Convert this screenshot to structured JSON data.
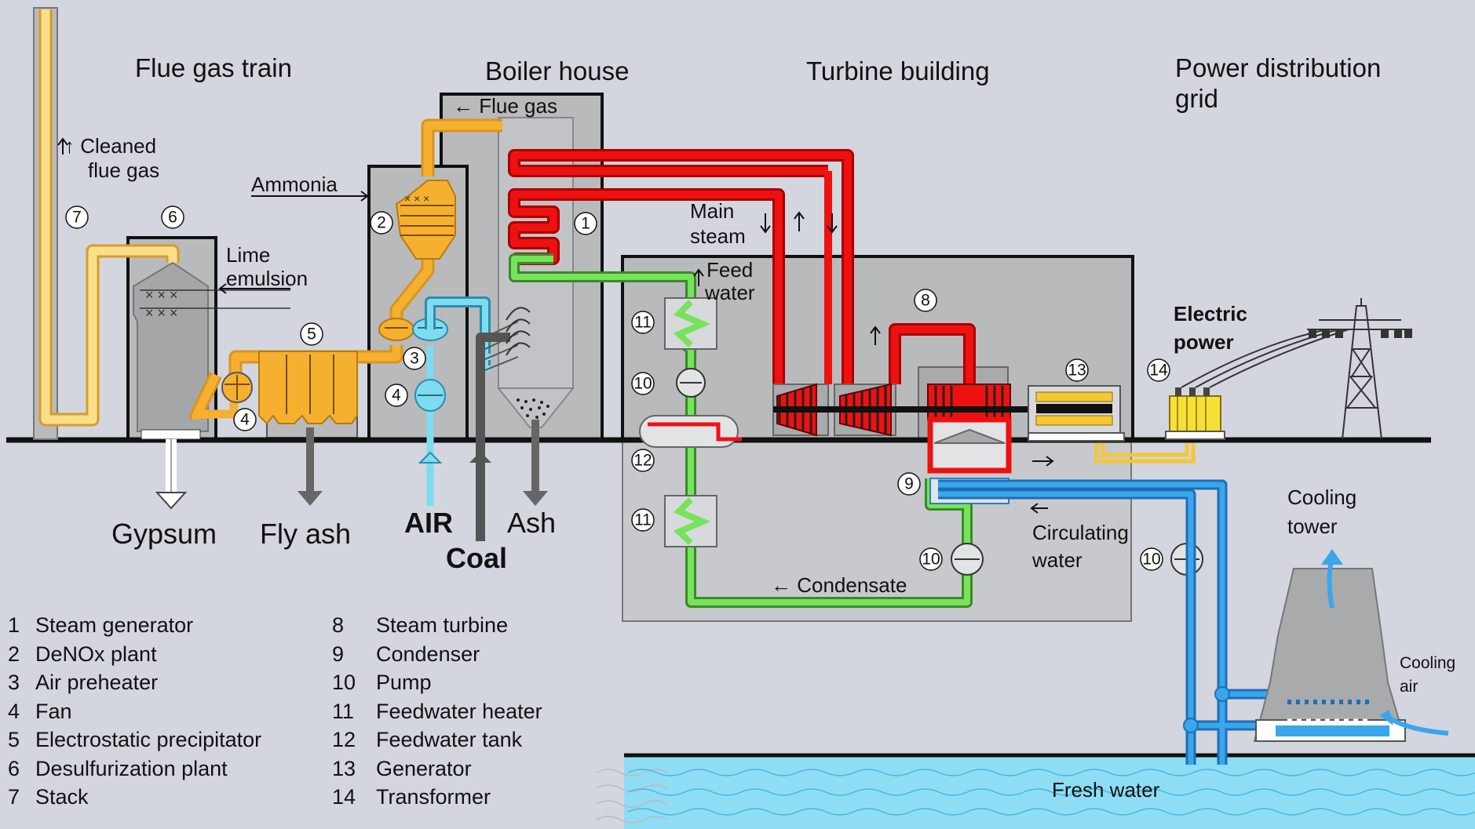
{
  "sections": {
    "flue_gas_train": "Flue gas train",
    "boiler_house": "Boiler house",
    "turbine_building": "Turbine building",
    "power_grid_line1": "Power distribution",
    "power_grid_line2": "grid"
  },
  "labels": {
    "flue_gas": "← Flue gas",
    "cleaned_line1": "↑ Cleaned",
    "cleaned_line2": "flue gas",
    "ammonia": "Ammonia",
    "lime_line1": "Lime",
    "lime_line2": "emulsion",
    "main_steam_line1": "Main",
    "main_steam_line2": "steam",
    "feed_water_line1": "Feed",
    "feed_water_line2": "water",
    "electric_line1": "Electric",
    "electric_line2": "power",
    "gypsum": "Gypsum",
    "fly_ash": "Fly ash",
    "air": "AIR",
    "coal": "Coal",
    "ash": "Ash",
    "circulating_line1": "Circulating",
    "circulating_line2": "water",
    "condensate": "← Condensate",
    "cooling_tower_line1": "Cooling",
    "cooling_tower_line2": "tower",
    "cooling_air_line1": "Cooling",
    "cooling_air_line2": "air",
    "fresh_water": "Fresh water"
  },
  "legend": [
    {
      "num": "1",
      "text": "Steam generator"
    },
    {
      "num": "2",
      "text": "DeNOx plant"
    },
    {
      "num": "3",
      "text": "Air preheater"
    },
    {
      "num": "4",
      "text": "Fan"
    },
    {
      "num": "5",
      "text": "Electrostatic precipitator"
    },
    {
      "num": "6",
      "text": "Desulfurization plant"
    },
    {
      "num": "7",
      "text": "Stack"
    },
    {
      "num": "8",
      "text": "Steam turbine"
    },
    {
      "num": "9",
      "text": "Condenser"
    },
    {
      "num": "10",
      "text": "Pump"
    },
    {
      "num": "11",
      "text": "Feedwater heater"
    },
    {
      "num": "12",
      "text": "Feedwater tank"
    },
    {
      "num": "13",
      "text": "Generator"
    },
    {
      "num": "14",
      "text": "Transformer"
    }
  ],
  "markers": [
    "7",
    "6",
    "2",
    "1",
    "5",
    "3",
    "4",
    "4",
    "11",
    "10",
    "12",
    "11",
    "8",
    "9",
    "10",
    "13",
    "14",
    "10"
  ],
  "colors": {
    "background": "#d3d6de",
    "steam": "#ee1111",
    "feedwater": "#77e25c",
    "flue_gas": "#f5b030",
    "cleaned_gas": "#fadf8a",
    "air": "#7fdcf0",
    "cooling_water": "#3aa6ec",
    "fresh_water": "#8fdcf5",
    "building": "#b9babc"
  }
}
